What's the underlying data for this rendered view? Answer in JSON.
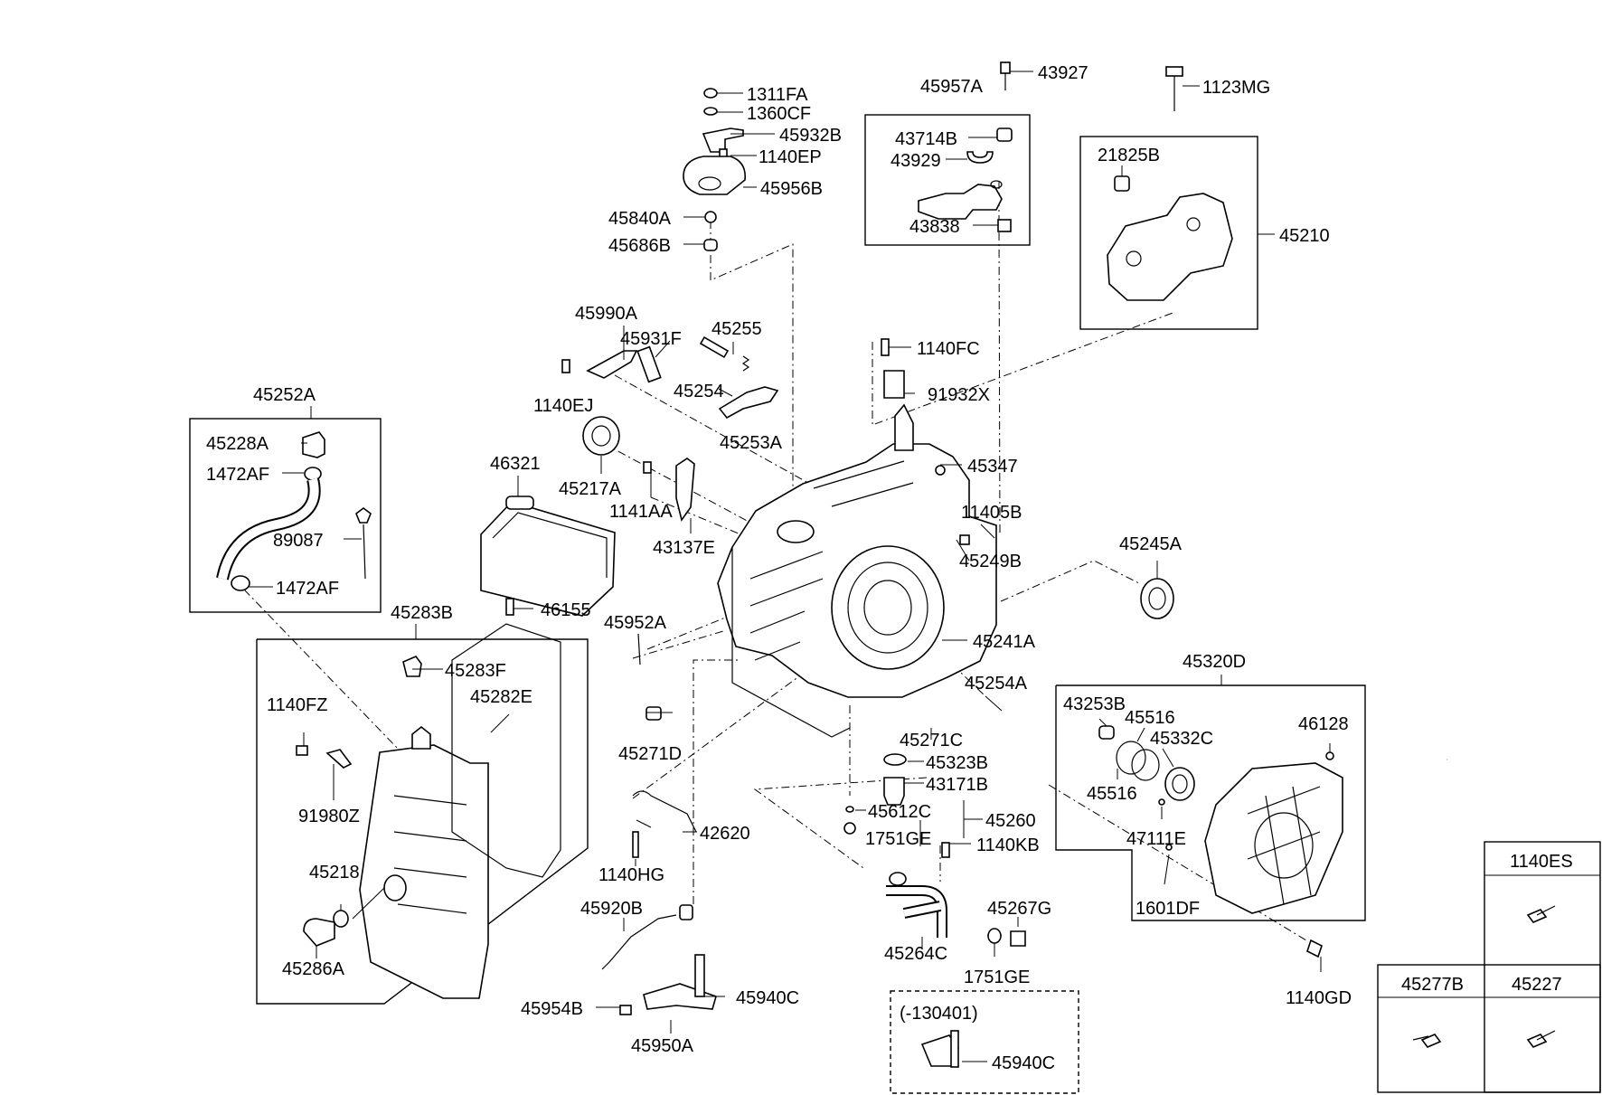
{
  "labels": {
    "p1311FA": "1311FA",
    "p1360CF": "1360CF",
    "p45932B": "45932B",
    "p1140EP": "1140EP",
    "p45956B": "45956B",
    "p45840A": "45840A",
    "p45686B": "45686B",
    "p45957A": "45957A",
    "p43927": "43927",
    "p43714B": "43714B",
    "p43929": "43929",
    "p43838": "43838",
    "p1123MG": "1123MG",
    "p21825B": "21825B",
    "p45210": "45210",
    "p45990A": "45990A",
    "p45931F": "45931F",
    "p45255": "45255",
    "p45254": "45254",
    "p1140EJ": "1140EJ",
    "p45253A": "45253A",
    "p1140FC": "1140FC",
    "p91932X": "91932X",
    "p45252A": "45252A",
    "p45228A": "45228A",
    "p1472AF_a": "1472AF",
    "p89087": "89087",
    "p1472AF_b": "1472AF",
    "p46321": "46321",
    "p45217A": "45217A",
    "p1141AA": "1141AA",
    "p43137E": "43137E",
    "p45347": "45347",
    "p11405B": "11405B",
    "p45249B": "45249B",
    "p45245A": "45245A",
    "p46155": "46155",
    "p45952A": "45952A",
    "p45241A": "45241A",
    "p45254A": "45254A",
    "p45283B": "45283B",
    "p45283F": "45283F",
    "p1140FZ": "1140FZ",
    "p45282E": "45282E",
    "p91980Z": "91980Z",
    "p45218": "45218",
    "p45286A": "45286A",
    "p45271D": "45271D",
    "p45271C": "45271C",
    "p45323B": "45323B",
    "p43171B": "43171B",
    "p45612C": "45612C",
    "p45260": "45260",
    "p1751GE_a": "1751GE",
    "p1140KB": "1140KB",
    "p42620": "42620",
    "p1140HG": "1140HG",
    "p45920B": "45920B",
    "p45264C": "45264C",
    "p45267G": "45267G",
    "p1751GE_b": "1751GE",
    "p45954B": "45954B",
    "p45940C_a": "45940C",
    "p45950A": "45950A",
    "p130401": "(-130401)",
    "p45940C_b": "45940C",
    "p45320D": "45320D",
    "p43253B": "43253B",
    "p45516_a": "45516",
    "p45332C": "45332C",
    "p46128": "46128",
    "p45516_b": "45516",
    "p47111E": "47111E",
    "p1601DF": "1601DF",
    "p1140GD": "1140GD"
  },
  "legend": {
    "cell_1140ES": "1140ES",
    "cell_45277B": "45277B",
    "cell_45227": "45227"
  }
}
